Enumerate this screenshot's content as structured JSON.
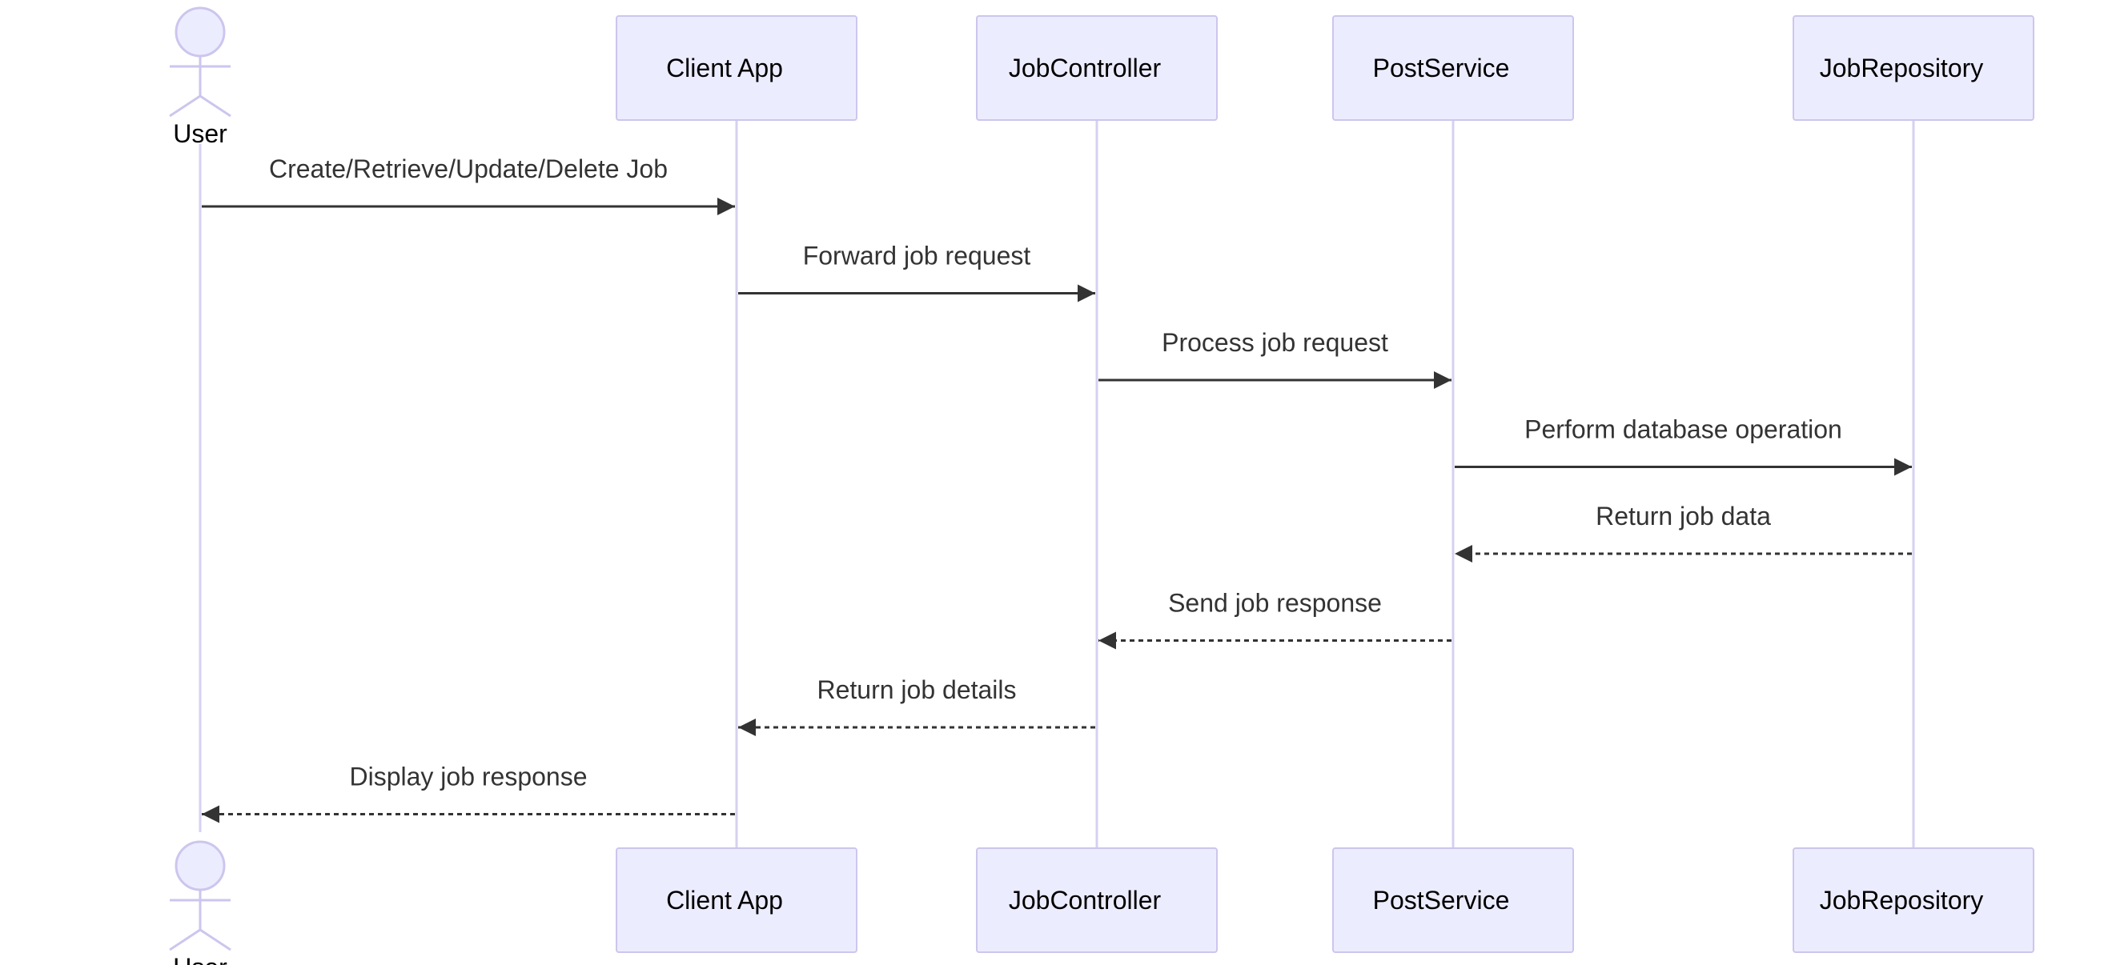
{
  "colors": {
    "box_fill": "#ECECFF",
    "box_stroke": "#CCC6EE",
    "lifeline": "#D6D0F2",
    "arrow": "#333333",
    "text": "#333333"
  },
  "participants": [
    {
      "id": "user",
      "label": "User",
      "kind": "actor"
    },
    {
      "id": "client",
      "label": "Client App",
      "kind": "box"
    },
    {
      "id": "controller",
      "label": "JobController",
      "kind": "box"
    },
    {
      "id": "service",
      "label": "PostService",
      "kind": "box"
    },
    {
      "id": "repository",
      "label": "JobRepository",
      "kind": "box"
    }
  ],
  "messages": [
    {
      "from": "user",
      "to": "client",
      "text": "Create/Retrieve/Update/Delete Job",
      "style": "solid"
    },
    {
      "from": "client",
      "to": "controller",
      "text": "Forward job request",
      "style": "solid"
    },
    {
      "from": "controller",
      "to": "service",
      "text": "Process job request",
      "style": "solid"
    },
    {
      "from": "service",
      "to": "repository",
      "text": "Perform database operation",
      "style": "solid"
    },
    {
      "from": "repository",
      "to": "service",
      "text": "Return job data",
      "style": "dashed"
    },
    {
      "from": "service",
      "to": "controller",
      "text": "Send job response",
      "style": "dashed"
    },
    {
      "from": "controller",
      "to": "client",
      "text": "Return job details",
      "style": "dashed"
    },
    {
      "from": "client",
      "to": "user",
      "text": "Display job response",
      "style": "dashed"
    }
  ]
}
